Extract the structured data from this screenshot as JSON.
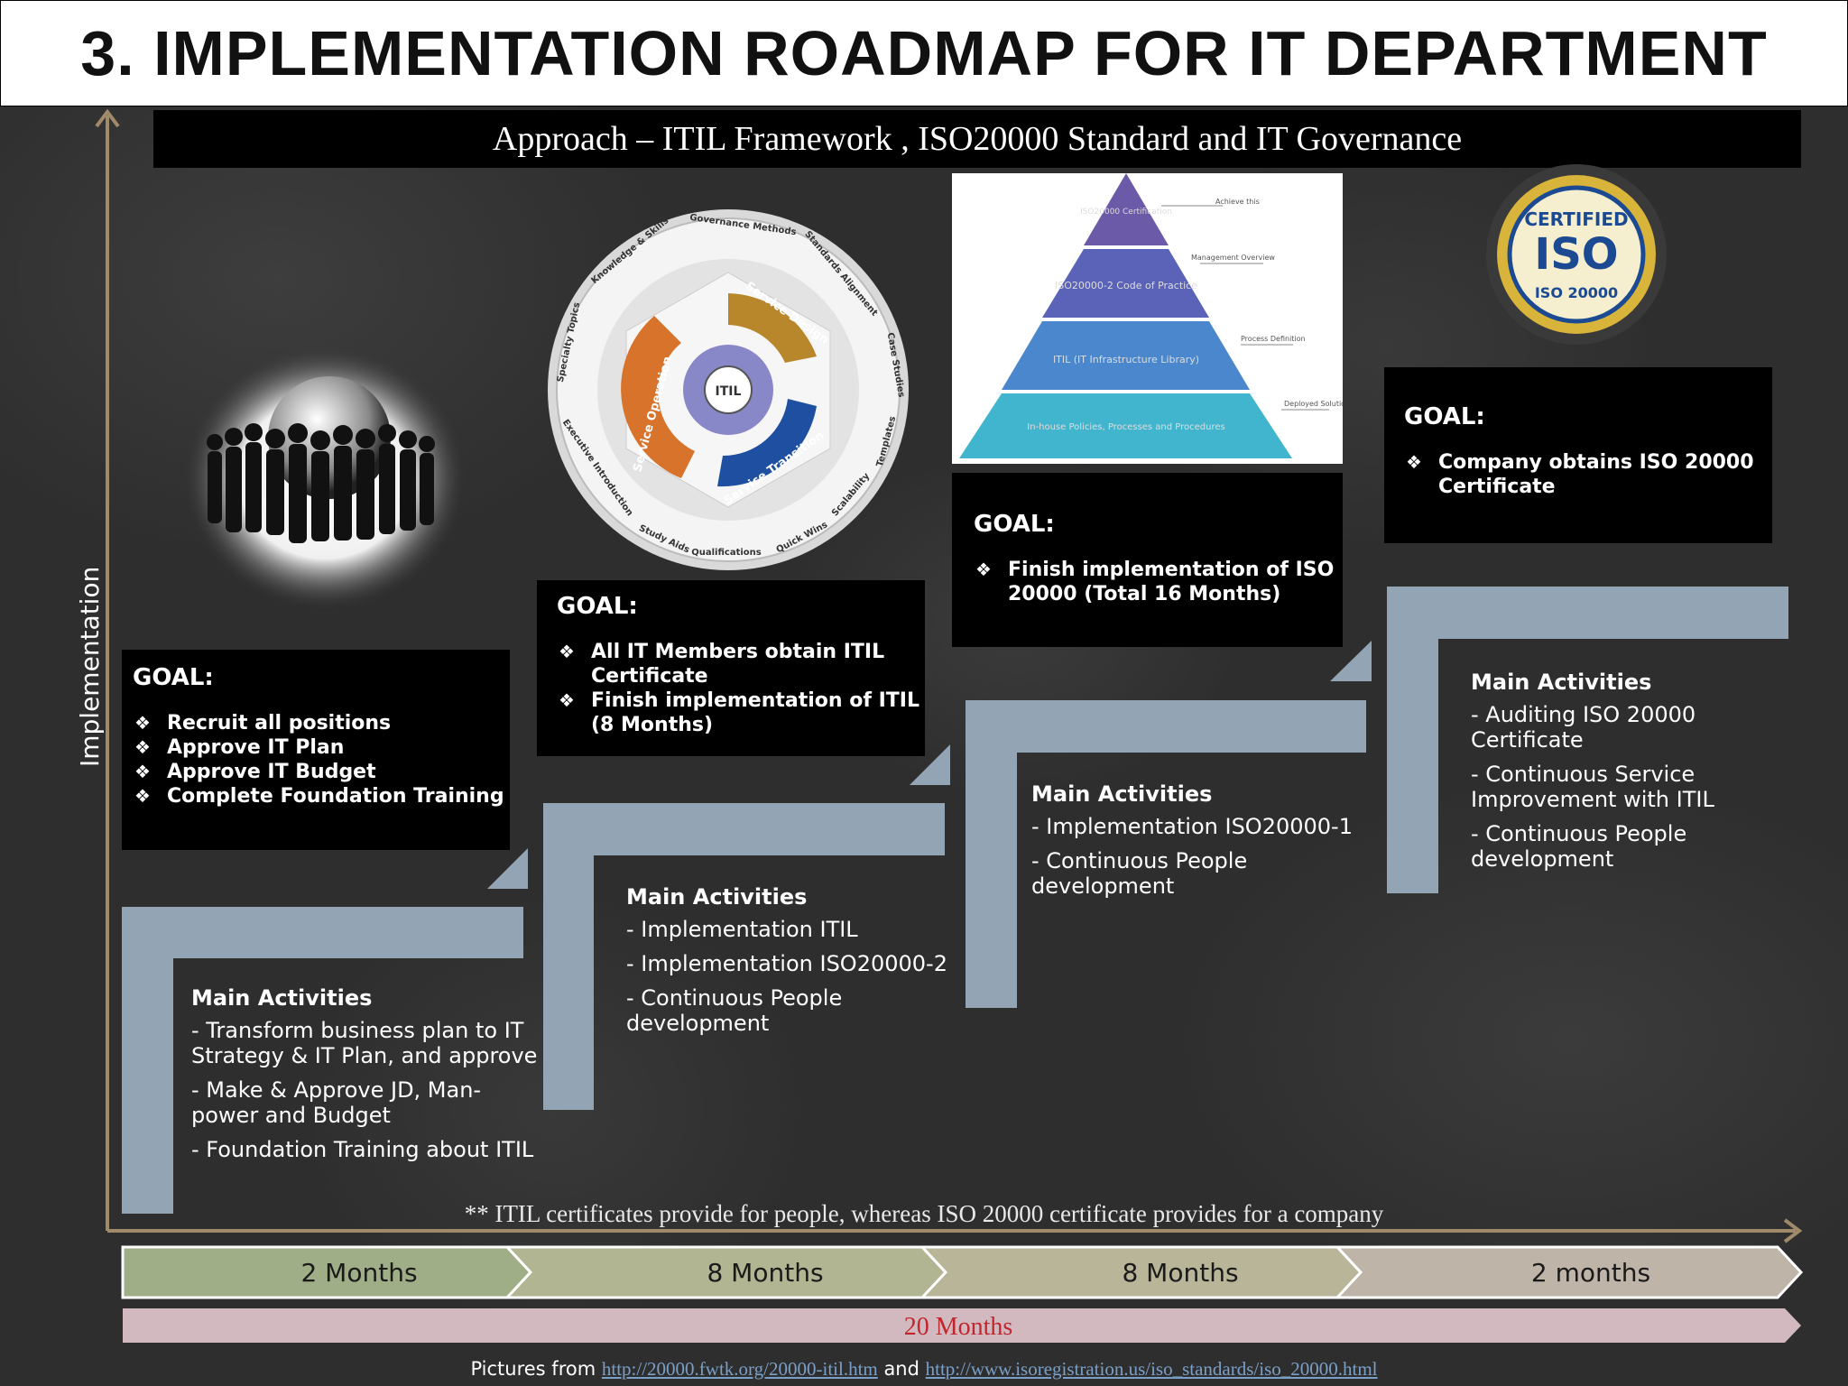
{
  "title": "3. IMPLEMENTATION ROADMAP FOR IT DEPARTMENT",
  "subtitle": "Approach – ITIL Framework , ISO20000 Standard and IT Governance",
  "axis_label": "Implementation",
  "stages": [
    {
      "goal_heading": "GOAL:",
      "goals": [
        "Recruit all positions",
        "Approve IT Plan",
        "Approve IT Budget",
        "Complete Foundation Training"
      ],
      "activities_heading": "Main Activities",
      "activities": [
        "- Transform business plan to IT Strategy & IT Plan, and approve",
        "- Make & Approve JD, Man-power and Budget",
        "- Foundation Training about ITIL"
      ],
      "duration": "2 Months"
    },
    {
      "goal_heading": "GOAL:",
      "goals": [
        "All IT Members obtain ITIL Certificate",
        "Finish implementation of ITIL (8 Months)"
      ],
      "activities_heading": "Main Activities",
      "activities": [
        "- Implementation ITIL",
        "- Implementation ISO20000-2",
        "- Continuous People development"
      ],
      "duration": "8 Months"
    },
    {
      "goal_heading": "GOAL:",
      "goals": [
        "Finish implementation of ISO 20000 (Total 16 Months)"
      ],
      "activities_heading": "Main Activities",
      "activities": [
        "- Implementation ISO20000-1",
        "- Continuous People development"
      ],
      "duration": "8 Months"
    },
    {
      "goal_heading": "GOAL:",
      "goals": [
        "Company obtains ISO 20000 Certificate"
      ],
      "activities_heading": "Main Activities",
      "activities": [
        "- Auditing ISO 20000 Certificate",
        "- Continuous Service Improvement with ITIL",
        "- Continuous People development"
      ],
      "duration": "2 months"
    }
  ],
  "bullet_glyph": "❖",
  "total_duration": "20 Months",
  "footnote": "** ITIL certificates provide for people, whereas ISO 20000 certificate provides for a company",
  "credits": {
    "prefix": "Pictures from",
    "link1": "http://20000.fwtk.org/20000-itil.htm",
    "joiner": "and",
    "link2": "http://www.isoregistration.us/iso_standards/iso_20000.html"
  },
  "itil_wheel": {
    "center": "ITIL",
    "inner": [
      "Service Design",
      "Service Transition",
      "Service Operation"
    ],
    "ring": [
      "Governance Methods",
      "Standards Alignment",
      "Case Studies",
      "Templates",
      "Scalability",
      "Quick Wins",
      "Qualifications",
      "Study Aids",
      "Executive Introduction",
      "Specialty Topics",
      "Knowledge & Skills"
    ]
  },
  "pyramid": {
    "tiers": [
      "ISO20000 Certification",
      "ISO20000-2 Code of Practice",
      "ITIL (IT Infrastructure Library)",
      "In-house Policies, Processes and Procedures"
    ],
    "side_labels": [
      "Achieve this",
      "Management Overview",
      "Process Definition",
      "Deployed Solution"
    ]
  },
  "iso_badge": {
    "top": "CERTIFIED",
    "center": "ISO",
    "bottom": "ISO 20000"
  },
  "colors": {
    "step": "#93a5b5",
    "band1": "#9fae86",
    "band2": "#b1b592",
    "band3": "#b9b599",
    "band4": "#bfb4a8",
    "total_bar": "#d2b9bf",
    "total_text": "#c0262c",
    "axis": "#a08a6a"
  }
}
